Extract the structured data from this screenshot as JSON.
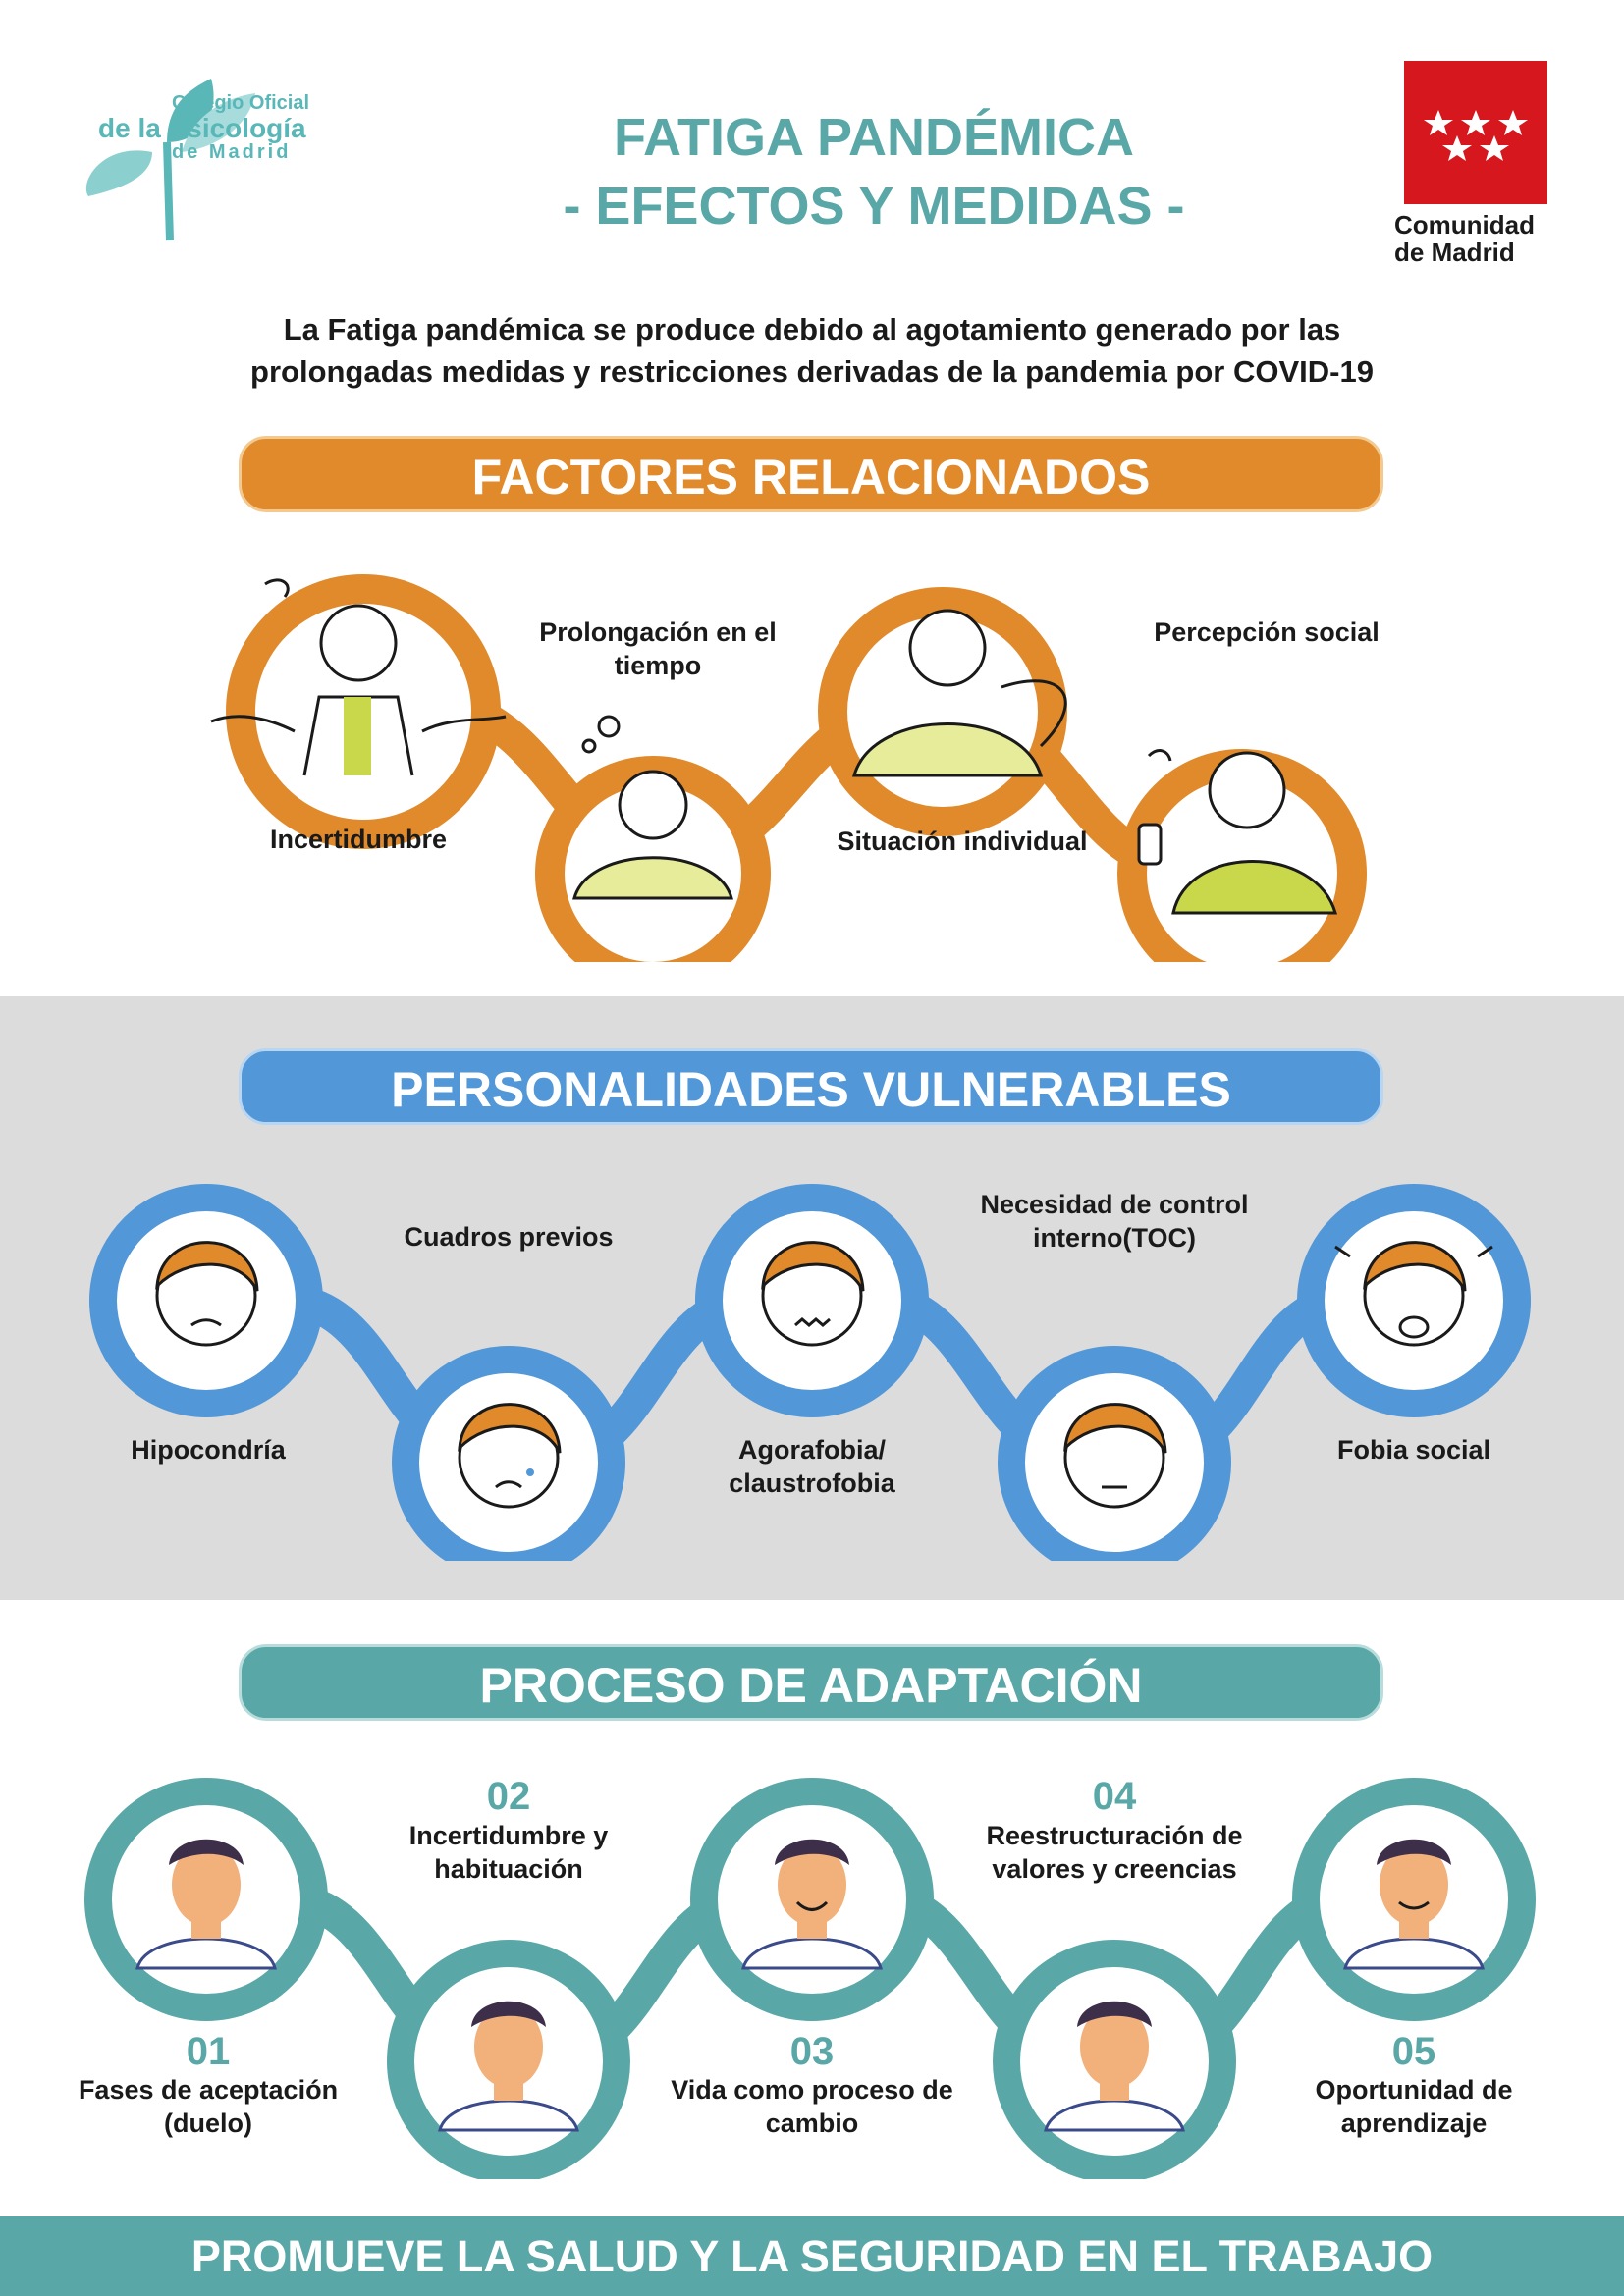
{
  "header": {
    "logo_line1": "Colegio Oficial",
    "logo_line2": "de la Psicología",
    "logo_line3": "de Madrid",
    "title_line1": "FATIGA PANDÉMICA",
    "title_line2": "- EFECTOS Y MEDIDAS -",
    "cm_line1": "Comunidad",
    "cm_line2": "de Madrid"
  },
  "intro": {
    "line1": "La Fatiga pandémica se produce debido al agotamiento generado por las",
    "line2": "prolongadas medidas y restricciones derivadas de la pandemia por COVID-19"
  },
  "factores": {
    "title": "FACTORES RELACIONADOS",
    "items": [
      {
        "label": "Incertidumbre"
      },
      {
        "label": "Prolongación en el tiempo"
      },
      {
        "label": "Situación individual"
      },
      {
        "label": "Percepción social"
      }
    ]
  },
  "personalidades": {
    "title": "PERSONALIDADES VULNERABLES",
    "items": [
      {
        "label": "Hipocondría"
      },
      {
        "label": "Cuadros previos"
      },
      {
        "label": "Agorafobia/ claustrofobia"
      },
      {
        "label": "Necesidad de control interno(TOC)"
      },
      {
        "label": "Fobia social"
      }
    ]
  },
  "proceso": {
    "title": "PROCESO DE ADAPTACIÓN",
    "items": [
      {
        "num": "01",
        "label": "Fases de aceptación (duelo)"
      },
      {
        "num": "02",
        "label": "Incertidumbre y habituación"
      },
      {
        "num": "03",
        "label": "Vida como proceso de cambio"
      },
      {
        "num": "04",
        "label": "Reestructuración de valores y creencias"
      },
      {
        "num": "05",
        "label": "Oportunidad de aprendizaje"
      }
    ]
  },
  "footer": {
    "text": "PROMUEVE LA SALUD Y LA SEGURIDAD EN EL TRABAJO"
  },
  "colors": {
    "orange": "#e08a2c",
    "blue": "#5297d8",
    "teal": "#5aa7a8",
    "red": "#d6171e",
    "gray": "#dcdcdc",
    "yellow_green": "#c8d84a"
  }
}
